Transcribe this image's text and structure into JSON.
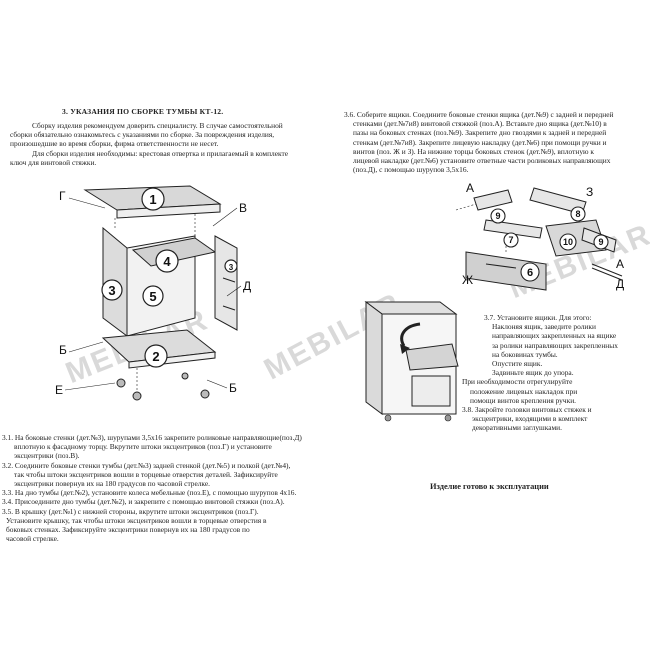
{
  "section_title": "3. УКАЗАНИЯ ПО СБОРКЕ ТУМБЫ  КТ-12.",
  "intro": [
    "Сборку изделия рекомендуем доверить специалисту. В случае самостоятельной",
    "сборки обязательно ознакомьтесь с указаниями по сборке. За повреждения изделия,",
    "произошедшие во время сборки, фирма ответственности не несет.",
    "Для сборки изделия необходимы: крестовая отвертка  и прилагаемый в комплекте",
    "ключ для винтовой стяжки."
  ],
  "left_steps": [
    "3.1. На боковые стенки (дет.№3), шурупами 3,5х16 закрепите роликовые направляющие(поз.Д)",
    "вплотную к фасадному торцу. Вкрутите штоки эксцентриков (поз.Г) и установите",
    "эксцентрики (поз.В).",
    "3.2. Соедините боковые стенки тумбы  (дет.№3) задней стенкой (дет.№5) и полкой (дет.№4),",
    "так чтобы штоки эксцентриков вошли в торцевые отверстия деталей. Зафиксируйте",
    "эксцентрики повернув их на 180 градусов по часовой стрелке.",
    "3.3. На дно тумбы (дет.№2), установите колеса мебельные (поз.Е), с помощью шурупов 4х16.",
    "3.4. Присоедините  дно тумбы (дет.№2), и закрепите с помощью винтовой стяжки (поз.А).",
    "3.5. В крышку (дет.№1) с нижней стороны, вкрутите штоки эксцентриков (поз.Г).",
    "Установите крышку, так чтобы штоки эксцентриков вошли в торцевые отверстия в",
    "боковых стенках. Зафиксируйте эксцентрики повернув их на 180 градусов по",
    "часовой стрелке."
  ],
  "right_step_36": [
    "3.6. Соберите ящики. Соедините боковые стенки ящика (дет.№9) с задней и передней",
    "стенками (дет.№7и8) винтовой стяжкой (поз.А). Вставьте дно ящика (дет.№10) в",
    "пазы на боковых стенках (поз.№9). Закрепите дно гвоздями к задней и передней",
    "стенкам (дет.№7и8). Закрепите лицевую накладку (дет.№6) при помощи ручки и",
    "винтов (поз. Ж и З). На нижние торцы боковых стенок (дет.№9), вплотную к",
    "лицевой накладке (дет.№6) установите ответные части роликовых направляющих",
    "(поз.Д), с помощью шурупов 3,5х16."
  ],
  "right_step_37": [
    "3.7. Установите ящики. Для этого:",
    "Наклоняя ящик, заведите ролики",
    "направляющих закрепленных на ящике",
    "за ролики направляющих закрепленных",
    "на боковинах тумбы.",
    "Опустите ящик.",
    "Задвиньте ящик до упора.",
    "При необходимости отрегулируйте",
    "положение лицевых накладок при",
    "помощи винтов крепления ручки.",
    "3.8.  Закройте головки винтовых стяжек и",
    "эксцентрики, входящими в комплект",
    "декоративными заглушками."
  ],
  "final_note": "Изделие готово к эксплуатации",
  "diagram1": {
    "parts": [
      "1",
      "2",
      "3",
      "3",
      "4",
      "5"
    ],
    "labels": [
      "Г",
      "В",
      "Д",
      "Б",
      "Б",
      "Е"
    ]
  },
  "diagram2": {
    "parts": [
      "9",
      "9",
      "7",
      "8",
      "10",
      "6"
    ],
    "labels": [
      "А",
      "З",
      "Ж",
      "А",
      "Д"
    ]
  },
  "watermark": "MEBILAR",
  "colors": {
    "ink": "#222222",
    "panel_fill": "#e4e4e4",
    "watermark": "#9a9a9a"
  }
}
